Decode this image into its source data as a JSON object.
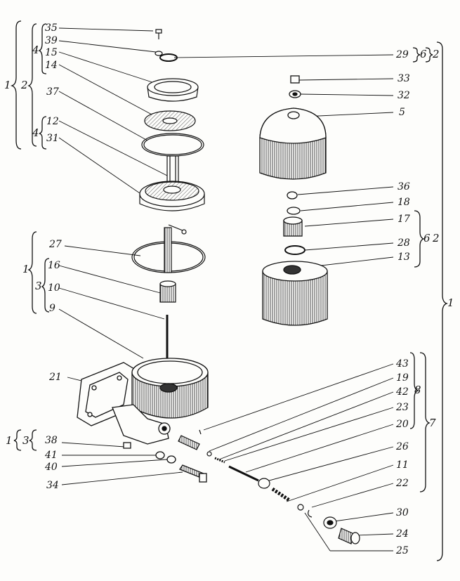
{
  "figure": {
    "callouts": {
      "c35": "35",
      "c39": "39",
      "c15": "15",
      "c14": "14",
      "c37": "37",
      "c12": "12",
      "c31": "31",
      "c27": "27",
      "c16": "16",
      "c10": "10",
      "c9": "9",
      "c21": "21",
      "c38": "38",
      "c41": "41",
      "c40": "40",
      "c34": "34",
      "c29": "29",
      "c33": "33",
      "c32": "32",
      "c5": "5",
      "c36": "36",
      "c18": "18",
      "c17": "17",
      "c28": "28",
      "c13": "13",
      "c43": "43",
      "c19": "19",
      "c42": "42",
      "c23": "23",
      "c20": "20",
      "c26": "26",
      "c11": "11",
      "c22": "22",
      "c30": "30",
      "c24": "24",
      "c25": "25"
    },
    "groups": {
      "left_1": "1",
      "left_2": "2",
      "left_4a": "4",
      "left_4b": "4",
      "left_1b": "1",
      "left_3b": "3",
      "left_1c": "1",
      "left_3c": "3",
      "r29_6": "6",
      "r29_2": "2",
      "r_6": "6",
      "r_2": "2",
      "r_8": "8",
      "r_7": "7",
      "r_1": "1"
    }
  }
}
